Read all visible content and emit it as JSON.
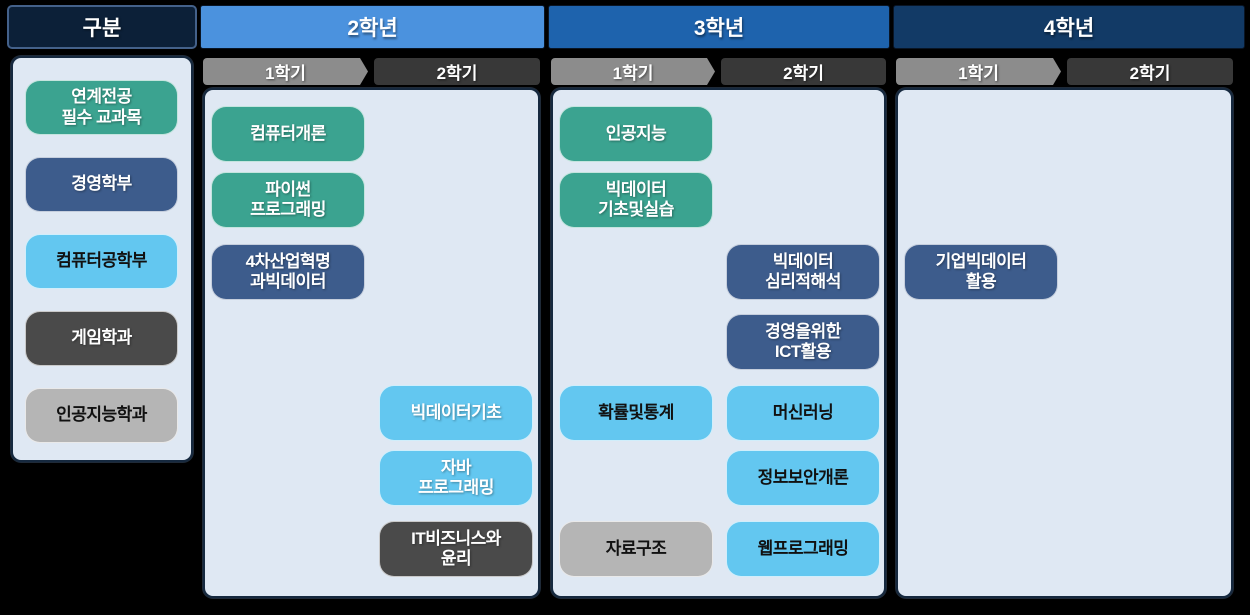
{
  "colors": {
    "green": "#3BA390",
    "darkblue": "#3D5C8C",
    "lightblue": "#63C7F0",
    "darkgray": "#4A4A4A",
    "lightgray": "#B5B5B5",
    "panel_bg": "#DFE8F3",
    "category_header_bg": "#0C2038",
    "tab_sem1_bg": "#8C8C8C",
    "tab_sem2_bg": "#383838",
    "year2_header_bg": "#4B92DE",
    "year3_header_bg": "#1E63AD",
    "year4_header_bg": "#123A66",
    "background": "#000000"
  },
  "sidebar": {
    "header": "구분",
    "legend": [
      {
        "label": "연계전공\n필수 교과목",
        "color": "green",
        "text": "light"
      },
      {
        "label": "경영학부",
        "color": "darkblue",
        "text": "light"
      },
      {
        "label": "컴퓨터공학부",
        "color": "lightblue",
        "text": "dark"
      },
      {
        "label": "게임학과",
        "color": "darkgray",
        "text": "light"
      },
      {
        "label": "인공지능학과",
        "color": "lightgray",
        "text": "dark"
      }
    ]
  },
  "years": [
    {
      "label": "2학년",
      "header_color": "#4B92DE",
      "tabs": [
        {
          "label": "1학기"
        },
        {
          "label": "2학기"
        }
      ],
      "courses": [
        {
          "label": "컴퓨터개론",
          "color": "green",
          "text": "light",
          "semester": 1,
          "row": 1
        },
        {
          "label": "파이썬\n프로그래밍",
          "color": "green",
          "text": "light",
          "semester": 1,
          "row": 2
        },
        {
          "label": "4차산업혁명\n과빅데이터",
          "color": "darkblue",
          "text": "light",
          "semester": 1,
          "row": 3
        },
        {
          "label": "빅데이터기초",
          "color": "lightblue",
          "text": "light",
          "semester": 2,
          "row": 5
        },
        {
          "label": "자바\n프로그래밍",
          "color": "lightblue",
          "text": "light",
          "semester": 2,
          "row": 6
        },
        {
          "label": "IT비즈니스와\n윤리",
          "color": "darkgray",
          "text": "light",
          "semester": 2,
          "row": 7
        }
      ]
    },
    {
      "label": "3학년",
      "header_color": "#1E63AD",
      "tabs": [
        {
          "label": "1학기"
        },
        {
          "label": "2학기"
        }
      ],
      "courses": [
        {
          "label": "인공지능",
          "color": "green",
          "text": "light",
          "semester": 1,
          "row": 1
        },
        {
          "label": "빅데이터\n기초및실습",
          "color": "green",
          "text": "light",
          "semester": 1,
          "row": 2
        },
        {
          "label": "확률및통계",
          "color": "lightblue",
          "text": "dark",
          "semester": 1,
          "row": 5
        },
        {
          "label": "자료구조",
          "color": "lightgray",
          "text": "dark",
          "semester": 1,
          "row": 7
        },
        {
          "label": "빅데이터\n심리적해석",
          "color": "darkblue",
          "text": "light",
          "semester": 2,
          "row": 3
        },
        {
          "label": "경영을위한\nICT활용",
          "color": "darkblue",
          "text": "light",
          "semester": 2,
          "row": 4
        },
        {
          "label": "머신러닝",
          "color": "lightblue",
          "text": "dark",
          "semester": 2,
          "row": 5
        },
        {
          "label": "정보보안개론",
          "color": "lightblue",
          "text": "dark",
          "semester": 2,
          "row": 6
        },
        {
          "label": "웹프로그래밍",
          "color": "lightblue",
          "text": "dark",
          "semester": 2,
          "row": 7
        }
      ]
    },
    {
      "label": "4학년",
      "header_color": "#123A66",
      "tabs": [
        {
          "label": "1학기"
        },
        {
          "label": "2학기"
        }
      ],
      "courses": [
        {
          "label": "기업빅데이터\n활용",
          "color": "darkblue",
          "text": "light",
          "semester": 1,
          "row": 3
        }
      ]
    }
  ]
}
